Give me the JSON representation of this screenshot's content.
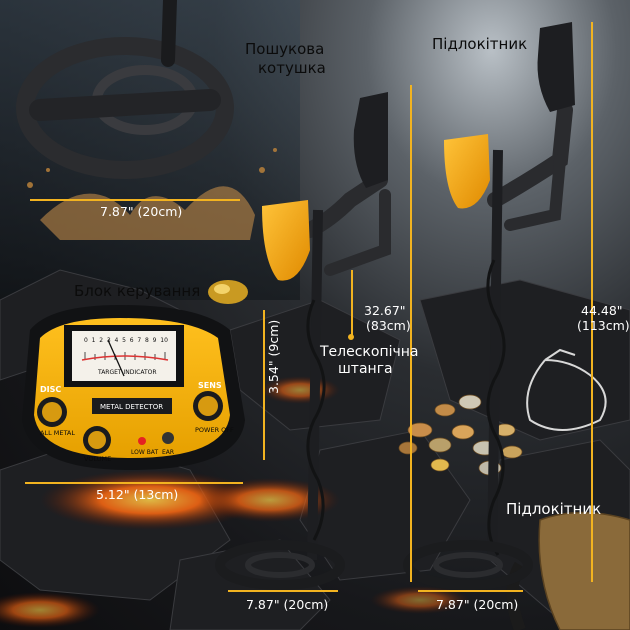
{
  "labels": {
    "search_coil": [
      "Пошукова",
      "котушка"
    ],
    "armrest_top": "Підлокітник",
    "control_unit": "Блок керування",
    "telescopic_rod": [
      "Телескопічна",
      "штанга"
    ],
    "armrest_bottom": "Підлокітник"
  },
  "dimensions": {
    "coil_top_width": "7.87\" (20cm)",
    "unit_height": "3.54\" (9cm)",
    "unit_width": "5.12\" (13cm)",
    "min_length": [
      "32.67\"",
      "(83cm)"
    ],
    "max_length": [
      "44.48\"",
      "(113cm)"
    ],
    "coil_left_width": "7.87\" (20cm)",
    "coil_right_width": "7.87\" (20cm)"
  },
  "control_panel": {
    "meter_scale": [
      "0",
      "1",
      "2",
      "3",
      "4",
      "5",
      "6",
      "7",
      "8",
      "9",
      "10"
    ],
    "target_indicator": "TARGET INDICATOR",
    "disc": "DISC",
    "sens": "SENS",
    "all_metal": "ALL METAL",
    "metal_detector": "METAL DETECTOR",
    "power_off": "POWER OFF",
    "volume": "VOLUME",
    "low_bat": "LOW BAT",
    "ear": "EAR"
  },
  "colors": {
    "accent": "#f2b320",
    "body_yellow": "#f3b516",
    "armrest_orange": "#f7a51c",
    "lava": "#ff5a10"
  }
}
